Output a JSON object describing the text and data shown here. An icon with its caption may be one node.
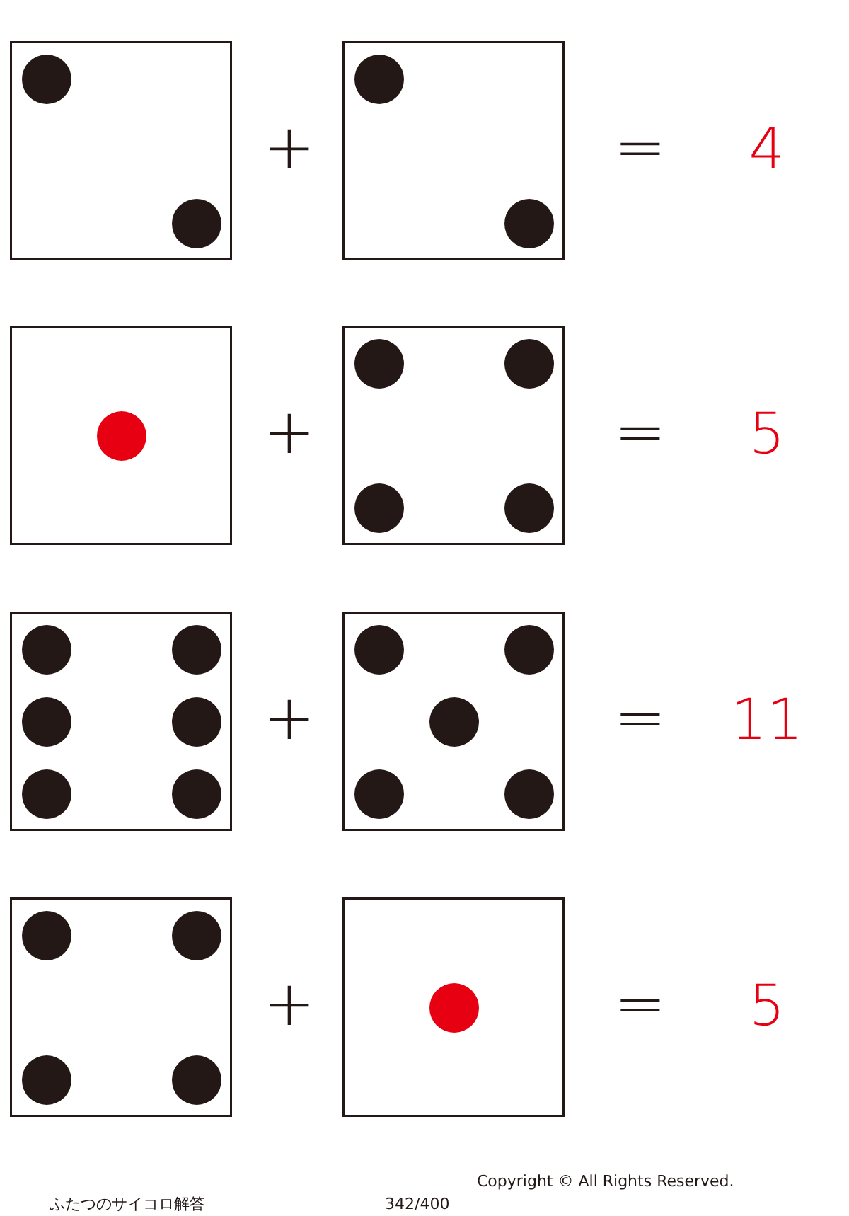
{
  "diagram": {
    "labels": [
      "+",
      "=",
      "4",
      "+",
      "=",
      "5",
      "+",
      "=",
      "11",
      "+",
      "=",
      "5",
      "Copyright © All Rights Reserved.",
      "ふたつのサイコロ解答",
      "342/400"
    ]
  }
}
